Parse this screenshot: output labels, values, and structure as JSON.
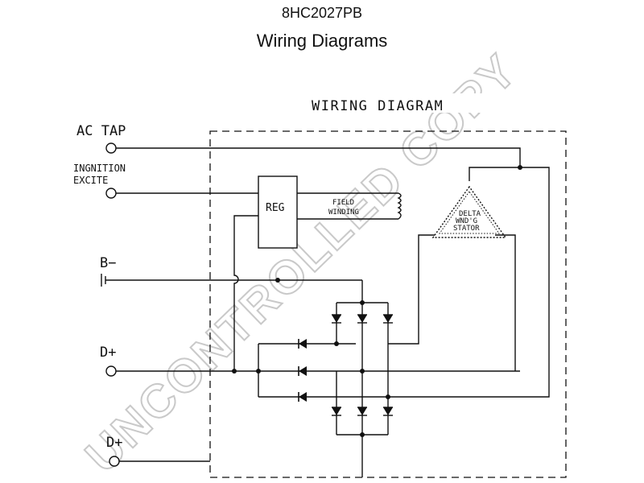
{
  "header": {
    "part_number": "8HC2027PB",
    "subtitle": "Wiring Diagrams"
  },
  "diagram": {
    "frame_title": "WIRING DIAGRAM",
    "terminals": {
      "ac_tap": "AC TAP",
      "ignition_line1": "INGNITION",
      "ignition_line2": "EXCITE",
      "b_minus": "B−",
      "d_plus_1": "D+",
      "d_plus_2": "D+"
    },
    "regulator_label": "REG",
    "field_winding_line1": "FIELD",
    "field_winding_line2": "WINDING",
    "stator_line1": "DELTA",
    "stator_line2": "WND'G",
    "stator_line3": "STATOR"
  },
  "watermark": {
    "text": "UNCONTROLLED COPY"
  }
}
